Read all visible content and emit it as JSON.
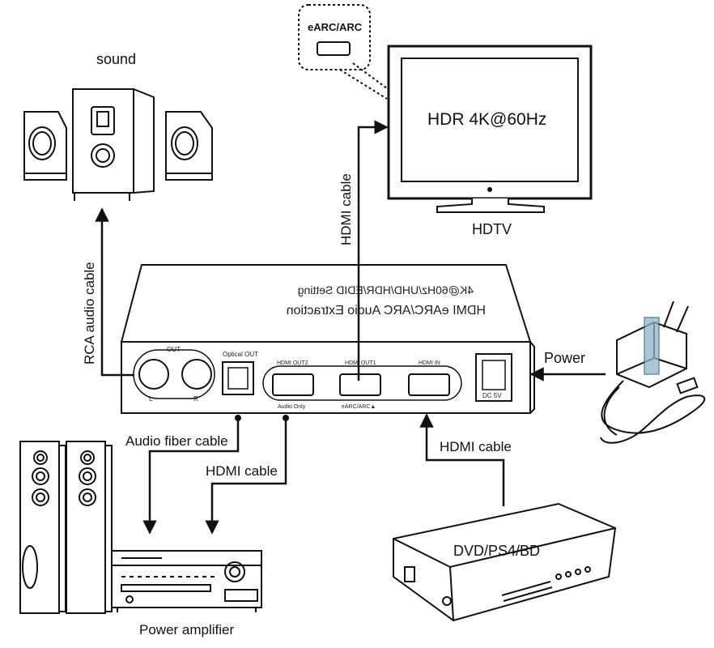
{
  "labels": {
    "sound": "sound",
    "earc_bubble": "eARC/ARC",
    "tv_screen": "HDR 4K@60Hz",
    "hdtv": "HDTV",
    "hdmi_cable_top": "HDMI cable",
    "rca_cable": "RCA audio cable",
    "power": "Power",
    "audio_fiber_cable": "Audio fiber cable",
    "hdmi_cable_amp": "HDMI cable",
    "hdmi_cable_source": "HDMI cable",
    "dvd": "DVD/PS4/BD",
    "power_amplifier": "Power amplifier"
  },
  "device": {
    "top_line1": "HDMI eARC/ARC Audio Extraction",
    "top_line2": "4K@60Hz/UHD/HDR/EDID Setting",
    "out_label": "OUT",
    "left_label": "L",
    "right_label": "R",
    "optical_label": "Optical OUT",
    "hdmi_out2": "HDMI OUT2",
    "hdmi_out1": "HDMI OUT1",
    "hdmi_in": "HDMI IN",
    "audio_only": "Audio Only",
    "earc_port": "eARC/ARC▲",
    "dc": "DC 5V"
  }
}
